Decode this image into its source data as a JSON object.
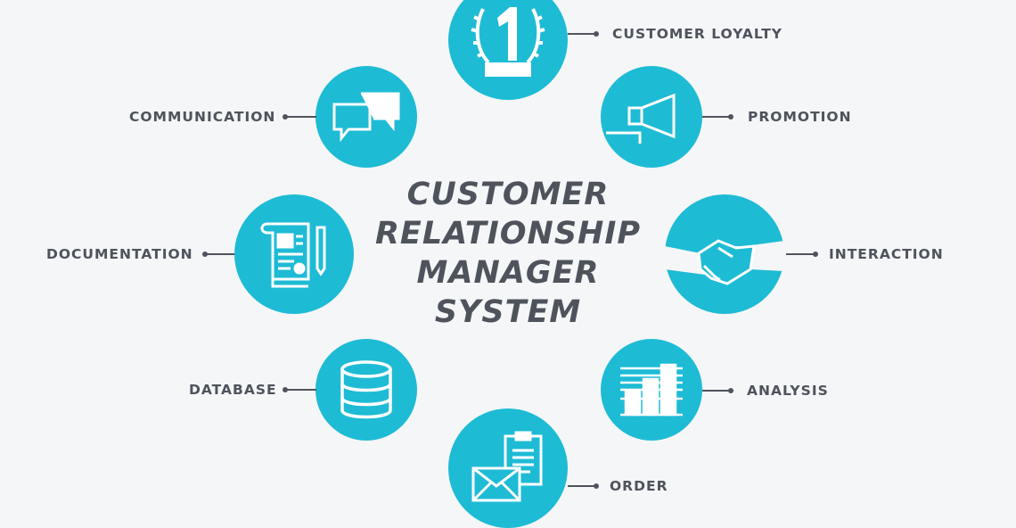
{
  "title": {
    "lines": [
      "CUSTOMER",
      "RELATIONSHIP",
      "MANAGER",
      "SYSTEM"
    ]
  },
  "colors": {
    "accent": "#1ebbd5",
    "text": "#4e535c",
    "background": "#f5f6f7"
  },
  "nodes": [
    {
      "label": "CUSTOMER LOYALTY",
      "icon": "number-one-laurel-icon"
    },
    {
      "label": "PROMOTION",
      "icon": "megaphone-icon"
    },
    {
      "label": "COMMUNICATION",
      "icon": "speech-bubbles-icon"
    },
    {
      "label": "DOCUMENTATION",
      "icon": "document-scroll-icon"
    },
    {
      "label": "INTERACTION",
      "icon": "handshake-icon"
    },
    {
      "label": "DATABASE",
      "icon": "database-icon"
    },
    {
      "label": "ANALYSIS",
      "icon": "bar-chart-icon"
    },
    {
      "label": "ORDER",
      "icon": "envelope-clipboard-icon"
    }
  ]
}
